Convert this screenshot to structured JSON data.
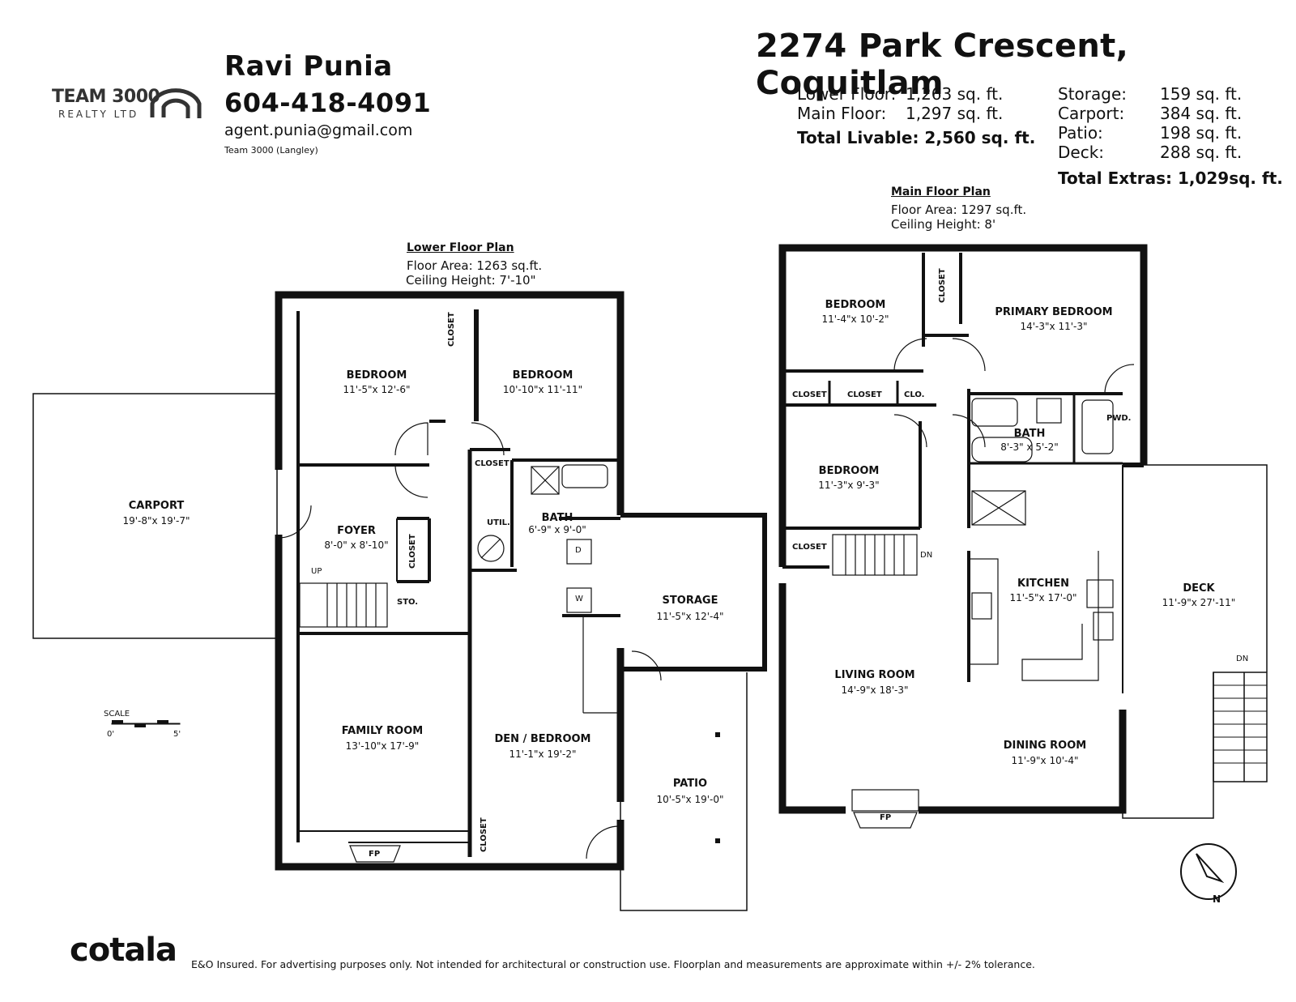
{
  "agent": {
    "name": "Ravi Punia",
    "phone": "604-418-4091",
    "email": "agent.punia@gmail.com",
    "office": "Team 3000 (Langley)"
  },
  "logo": {
    "main": "TEAM 3000",
    "sub": "REALTY LTD"
  },
  "address": "2274 Park Crescent, Coquitlam",
  "areas": {
    "lower_label": "Lower Floor:",
    "lower_value": "1,263 sq. ft.",
    "main_label": "Main Floor:",
    "main_value": "1,297 sq. ft.",
    "total_livable": "Total Livable: 2,560 sq. ft.",
    "storage_label": "Storage:",
    "storage_value": "159 sq. ft.",
    "carport_label": "Carport:",
    "carport_value": "384 sq. ft.",
    "patio_label": "Patio:",
    "patio_value": "198 sq. ft.",
    "deck_label": "Deck:",
    "deck_value": "288 sq. ft.",
    "total_extras": "Total Extras: 1,029sq. ft."
  },
  "lower_plan": {
    "title": "Lower Floor Plan",
    "area": "Floor Area: 1263 sq.ft.",
    "ceiling": "Ceiling Height: 7'-10\"",
    "rooms": {
      "bedroom1_name": "BEDROOM",
      "bedroom1_dim": "11'-5\"x 12'-6\"",
      "bedroom2_name": "BEDROOM",
      "bedroom2_dim": "10'-10\"x 11'-11\"",
      "carport_name": "CARPORT",
      "carport_dim": "19'-8\"x 19'-7\"",
      "foyer_name": "FOYER",
      "foyer_dim": "8'-0\" x 8'-10\"",
      "bath_name": "BATH",
      "bath_dim": "6'-9\" x 9'-0\"",
      "util_name": "UTIL.",
      "storage_name": "STORAGE",
      "storage_dim": "11'-5\"x 12'-4\"",
      "family_name": "FAMILY ROOM",
      "family_dim": "13'-10\"x 17'-9\"",
      "den_name": "DEN / BEDROOM",
      "den_dim": "11'-1\"x 19'-2\"",
      "patio_name": "PATIO",
      "patio_dim": "10'-5\"x 19'-0\"",
      "closet": "CLOSET",
      "sto": "STO.",
      "up": "UP",
      "fp": "FP",
      "d": "D",
      "w": "W"
    }
  },
  "main_plan": {
    "title": "Main Floor Plan",
    "area": "Floor Area: 1297 sq.ft.",
    "ceiling": "Ceiling Height: 8'",
    "rooms": {
      "bedroom1_name": "BEDROOM",
      "bedroom1_dim": "11'-4\"x 10'-2\"",
      "primary_name": "PRIMARY BEDROOM",
      "primary_dim": "14'-3\"x 11'-3\"",
      "bedroom2_name": "BEDROOM",
      "bedroom2_dim": "11'-3\"x 9'-3\"",
      "bath_name": "BATH",
      "bath_dim": "8'-3\" x 5'-2\"",
      "pwd": "PWD.",
      "kitchen_name": "KITCHEN",
      "kitchen_dim": "11'-5\"x 17'-0\"",
      "deck_name": "DECK",
      "deck_dim": "11'-9\"x 27'-11\"",
      "living_name": "LIVING ROOM",
      "living_dim": "14'-9\"x 18'-3\"",
      "dining_name": "DINING ROOM",
      "dining_dim": "11'-9\"x 10'-4\"",
      "closet": "CLOSET",
      "clo": "CLO.",
      "dn": "DN",
      "fp": "FP"
    }
  },
  "scale": {
    "label": "SCALE",
    "start": "0'",
    "end": "5'"
  },
  "compass": {
    "north": "N"
  },
  "footer": {
    "logo": "cotala",
    "note": "E&O Insured. For advertising purposes only. Not intended for architectural or construction use. Floorplan and measurements are approximate within +/- 2% tolerance."
  }
}
